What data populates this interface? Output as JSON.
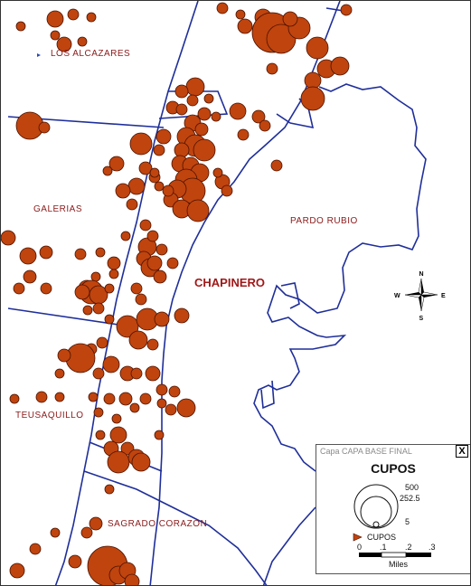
{
  "map": {
    "zones": [
      {
        "id": "los-alcazares",
        "label": "LOS ALCAZARES"
      },
      {
        "id": "galerias",
        "label": "GALERIAS"
      },
      {
        "id": "pardo-rubio",
        "label": "PARDO RUBIO"
      },
      {
        "id": "chapinero",
        "label": "CHAPINERO"
      },
      {
        "id": "teusaquillo",
        "label": "TEUSAQUILLO"
      },
      {
        "id": "sagrado-corazon",
        "label": "SAGRADO CORAZON"
      }
    ],
    "compass": {
      "n": "N",
      "s": "S",
      "e": "E",
      "w": "W"
    },
    "colors": {
      "circle_fill": "#c0440e",
      "circle_stroke": "#4a1200",
      "boundary": "#1f2f9a",
      "zone_label": "#8b1a1a"
    }
  },
  "legend": {
    "title": "Capa CAPA BASE FINAL",
    "close_label": "X",
    "heading": "CUPOS",
    "size_values": [
      "500",
      "252.5",
      "5"
    ],
    "symbol_label": "CUPOS",
    "scale_ticks": [
      "0",
      ".1",
      ".2",
      ".3"
    ],
    "scale_unit": "Miles"
  }
}
